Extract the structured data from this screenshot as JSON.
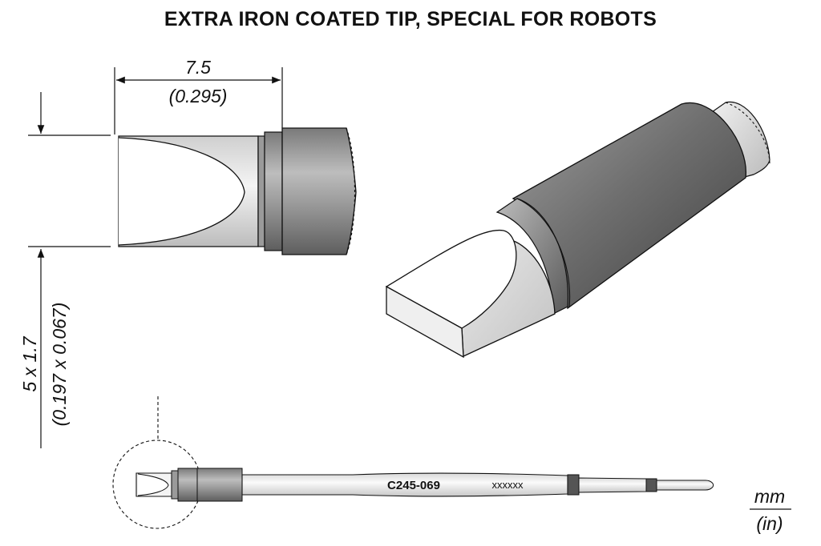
{
  "title": "EXTRA IRON COATED TIP, SPECIAL FOR ROBOTS",
  "dimensions": {
    "length_mm": "7.5",
    "length_in": "(0.295)",
    "size_mm": "5 x 1.7",
    "size_in": "(0.197 x 0.067)"
  },
  "tip": {
    "part_number": "C245-069",
    "serial": "xxxxxx"
  },
  "units": {
    "top": "mm",
    "bottom": "(in)"
  },
  "colors": {
    "line": "#111111",
    "shaft_dark": "#6b6b6b",
    "shaft_light": "#d4d4d4",
    "face": "#f2f2f2"
  }
}
